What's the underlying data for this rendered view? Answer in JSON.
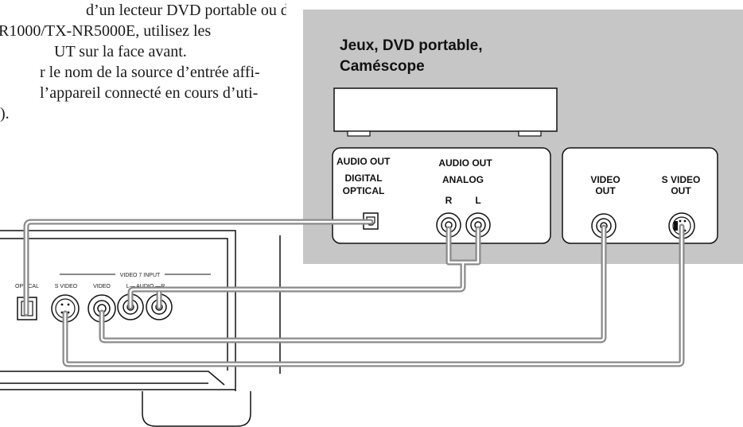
{
  "text_block": {
    "lines": [
      "d’un lecteur DVD portable ou du",
      "R1000/TX-NR5000E, utilisez les",
      "UT sur la face avant.",
      "r le nom de la source d’entrée affi-",
      "l’appareil connecté en cours d’uti-",
      ")."
    ]
  },
  "device": {
    "title_line1": "Jeux, DVD portable,",
    "title_line2": "Caméscope",
    "audio_panel": {
      "digital_heading": "AUDIO OUT",
      "digital_sub1": "DIGITAL",
      "digital_sub2": "OPTICAL",
      "analog_heading": "AUDIO OUT",
      "analog_sub": "ANALOG",
      "right_label": "R",
      "left_label": "L"
    },
    "video_panel": {
      "video_line1": "VIDEO",
      "video_line2": "OUT",
      "svideo_line1": "S VIDEO",
      "svideo_line2": "OUT"
    }
  },
  "receiver": {
    "group_label": "VIDEO 7 INPUT",
    "optical_label": "OPTICAL",
    "svideo_label": "S VIDEO",
    "video_label": "VIDEO",
    "audio_label": "L— AUDIO —R"
  },
  "colors": {
    "panel_gray": "#c6c6c6",
    "cable": "#8a8a8a",
    "ink": "#111111"
  }
}
